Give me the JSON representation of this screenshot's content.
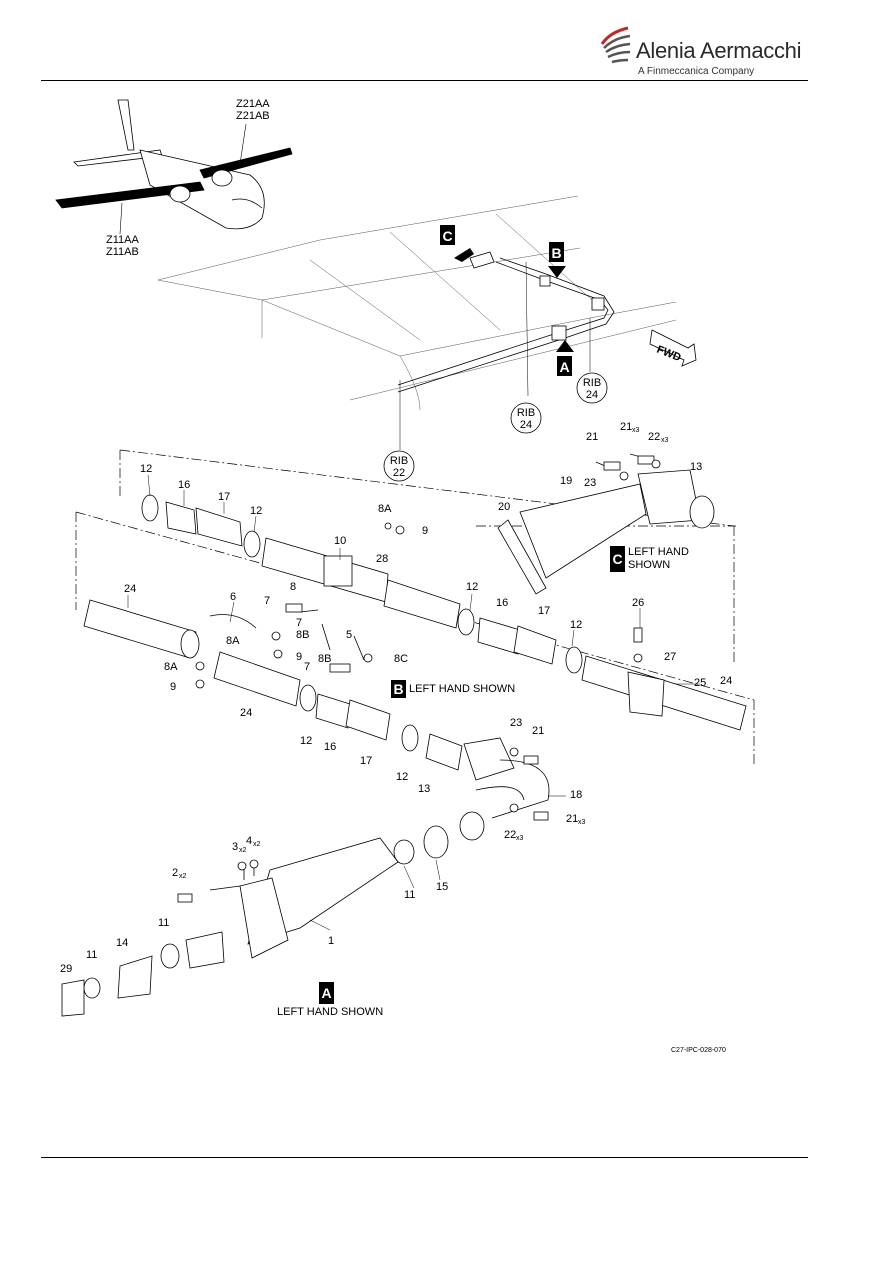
{
  "header": {
    "brand_name": "Alenia Aermacchi",
    "brand_sub": "A Finmeccanica Company"
  },
  "overview": {
    "zone_top": [
      "Z21AA",
      "Z21AB"
    ],
    "zone_bottom": [
      "Z11AA",
      "Z11AB"
    ],
    "fwd_label": "FWD",
    "ribs": [
      {
        "label": "RIB",
        "num": "24"
      },
      {
        "label": "RIB",
        "num": "24"
      },
      {
        "label": "RIB",
        "num": "22"
      }
    ],
    "view_markers": [
      "C",
      "B",
      "A"
    ]
  },
  "views": {
    "a": {
      "letter": "A",
      "text": "LEFT HAND SHOWN"
    },
    "b": {
      "letter": "B",
      "text": "LEFT HAND SHOWN"
    },
    "c": {
      "letter": "C",
      "line1": "LEFT HAND",
      "line2": "SHOWN"
    }
  },
  "callouts": {
    "c12a": "12",
    "c16a": "16",
    "c17a": "17",
    "c12b": "12",
    "c10": "10",
    "c8Aa": "8A",
    "c9a": "9",
    "c28": "28",
    "c12c": "12",
    "c16b": "16",
    "c17b": "17",
    "c12d": "12",
    "c26": "26",
    "c27": "27",
    "c25": "25",
    "c24a": "24",
    "c24b": "24",
    "c6": "6",
    "c8a": "8",
    "c7a": "7",
    "c7b": "7",
    "c8Ba": "8B",
    "c5": "5",
    "c9b": "9",
    "c8Bb": "8B",
    "c7c": "7",
    "c8C": "8C",
    "c8Ab": "8A",
    "c8Ac": "8A",
    "c9c": "9",
    "c24c": "24",
    "c12e": "12",
    "c16c": "16",
    "c17c": "17",
    "c12f": "12",
    "c13a": "13",
    "c23a": "23",
    "c21a": "21",
    "c18": "18",
    "c22a": "22",
    "c21b": "21",
    "c21c": "21",
    "c22b": "22",
    "c13b": "13",
    "c23b": "23",
    "c19": "19",
    "c20": "20",
    "c21d": "21",
    "c15": "15",
    "c11a": "11",
    "c3": "3",
    "c4": "4",
    "c2": "2",
    "c1": "1",
    "c11b": "11",
    "c14": "14",
    "c11c": "11",
    "c29": "29"
  },
  "qty": {
    "x2": "x2",
    "x3": "x3"
  },
  "figure_ref": "C27-IPC-028-070"
}
